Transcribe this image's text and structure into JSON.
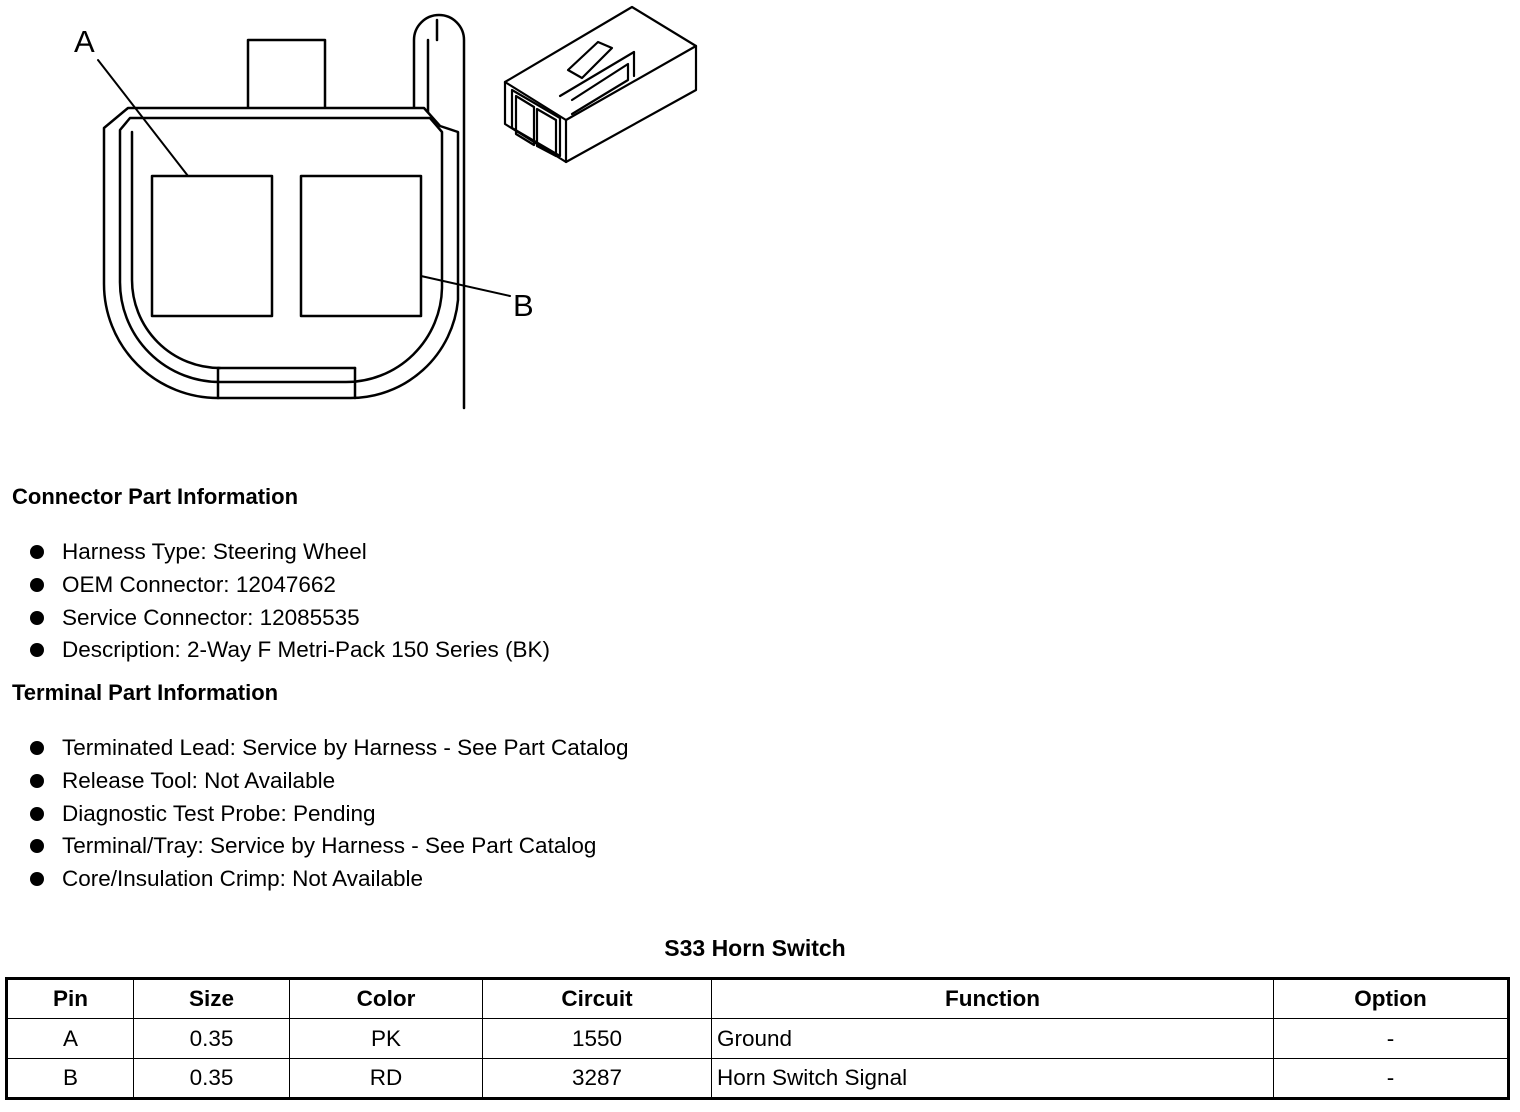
{
  "diagram": {
    "label_a": "A",
    "label_b": "B"
  },
  "connector_info": {
    "heading": "Connector Part Information",
    "items": [
      "Harness Type: Steering Wheel",
      "OEM Connector: 12047662",
      "Service Connector: 12085535",
      "Description: 2-Way F Metri-Pack 150 Series (BK)"
    ]
  },
  "terminal_info": {
    "heading": "Terminal Part Information",
    "items": [
      "Terminated Lead: Service by Harness - See Part Catalog",
      "Release Tool: Not Available",
      "Diagnostic Test Probe: Pending",
      "Terminal/Tray: Service by Harness - See Part Catalog",
      "Core/Insulation Crimp: Not Available"
    ]
  },
  "table": {
    "title": "S33 Horn Switch",
    "headers": [
      "Pin",
      "Size",
      "Color",
      "Circuit",
      "Function",
      "Option"
    ],
    "rows": [
      [
        "A",
        "0.35",
        "PK",
        "1550",
        "Ground",
        "-"
      ],
      [
        "B",
        "0.35",
        "RD",
        "3287",
        "Horn Switch Signal",
        "-"
      ]
    ]
  }
}
